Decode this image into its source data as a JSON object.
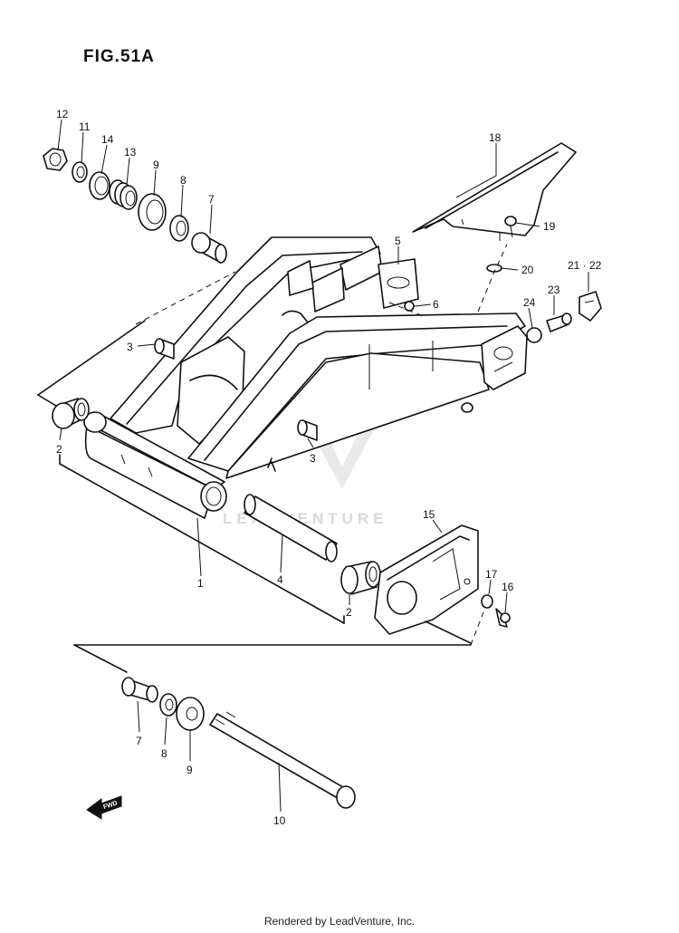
{
  "figure": {
    "title": "FIG.51A",
    "footer": "Rendered by LeadVenture, Inc.",
    "watermark": "LEADVENTURE",
    "fwd_label": "FWD"
  },
  "callouts": {
    "c12": "12",
    "c11": "11",
    "c14": "14",
    "c13": "13",
    "c9a": "9",
    "c8a": "8",
    "c7a": "7",
    "c18": "18",
    "c19": "19",
    "c5": "5",
    "c6": "6",
    "c20": "20",
    "c21_22": "21 · 22",
    "c24": "24",
    "c23": "23",
    "c3a": "3",
    "c3b": "3",
    "c2a": "2",
    "c2b": "2",
    "c1": "1",
    "c4": "4",
    "c15": "15",
    "c17": "17",
    "c16": "16",
    "c7b": "7",
    "c8b": "8",
    "c9b": "9",
    "c10": "10"
  }
}
